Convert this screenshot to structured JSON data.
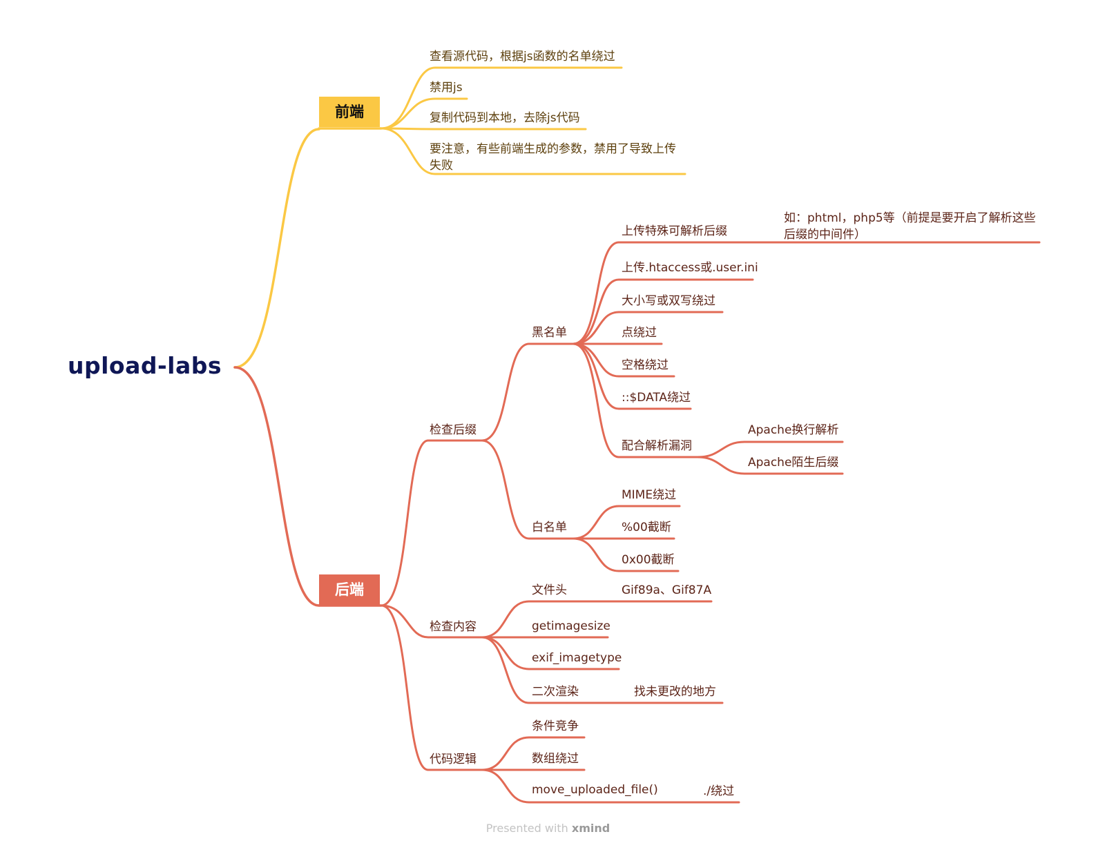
{
  "root": "upload-labs",
  "colors": {
    "front": "#fbc844",
    "back": "#e26a55",
    "root_text": "#0f1756"
  },
  "front": {
    "label": "前端",
    "items": [
      "查看源代码，根据js函数的名单绕过",
      "禁用js",
      "复制代码到本地，去除js代码",
      "要注意，有些前端生成的参数，禁用了导致上传失败"
    ]
  },
  "back": {
    "label": "后端",
    "check_suffix": {
      "label": "检查后缀",
      "blacklist": {
        "label": "黑名单",
        "items": [
          "上传特殊可解析后缀",
          "上传.htaccess或.user.ini",
          "大小写或双写绕过",
          "点绕过",
          "空格绕过",
          "::$DATA绕过",
          "配合解析漏洞"
        ],
        "special_note": "如：phtml，php5等（前提是要开启了解析这些后缀的中间件）",
        "parse_vulns": [
          "Apache换行解析",
          "Apache陌生后缀"
        ]
      },
      "whitelist": {
        "label": "白名单",
        "items": [
          "MIME绕过",
          "%00截断",
          "0x00截断"
        ]
      }
    },
    "check_content": {
      "label": "检查内容",
      "items": [
        "文件头",
        "getimagesize",
        "exif_imagetype",
        "二次渲染"
      ],
      "file_header_note": "Gif89a、Gif87A",
      "render_note": "找未更改的地方"
    },
    "code_logic": {
      "label": "代码逻辑",
      "items": [
        "条件竞争",
        "数组绕过",
        "move_uploaded_file()"
      ],
      "move_note": "./绕过"
    }
  },
  "footer": {
    "prefix": "Presented with ",
    "brand": "xmind"
  }
}
